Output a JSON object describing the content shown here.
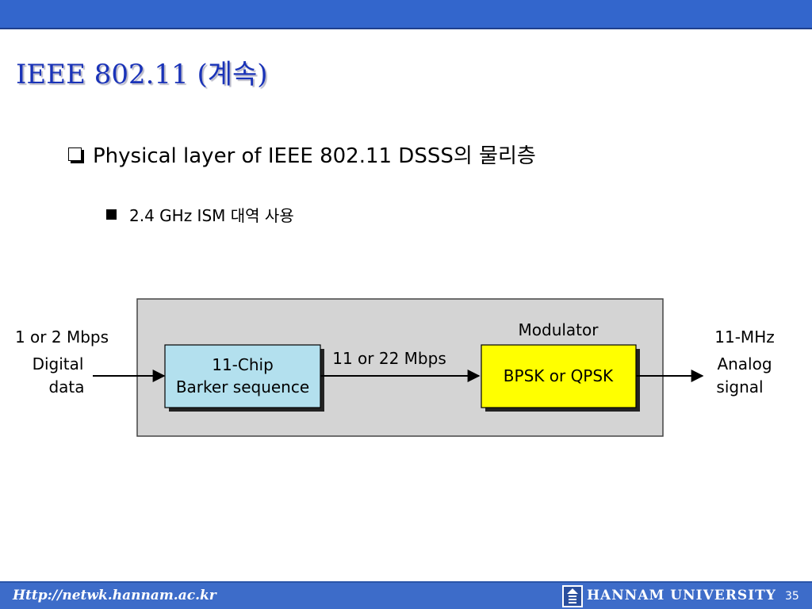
{
  "slide": {
    "title": "IEEE 802.11 (계속)",
    "bullet_level1": "Physical layer of IEEE 802.11 DSSS의 물리층",
    "bullet_level2": "2.4 GHz ISM 대역 사용"
  },
  "diagram": {
    "input_rate": "1 or 2 Mbps",
    "input_label_line1": "Digital",
    "input_label_line2": "data",
    "chip_box_line1": "11-Chip",
    "chip_box_line2": "Barker sequence",
    "mid_rate": "11 or 22 Mbps",
    "modulator_label": "Modulator",
    "modulator_box": "BPSK or QPSK",
    "output_rate": "11-MHz",
    "output_label_line1": "Analog",
    "output_label_line2": "signal"
  },
  "footer": {
    "url": "Http://netwk.hannam.ac.kr",
    "university": "HANNAM  UNIVERSITY",
    "page_number": "35"
  },
  "colors": {
    "header_bar": "#3366cc",
    "title": "#1a33b8",
    "chip_box": "#b3e0ee",
    "modulator_box": "#ffff00",
    "panel": "#d4d4d4"
  }
}
